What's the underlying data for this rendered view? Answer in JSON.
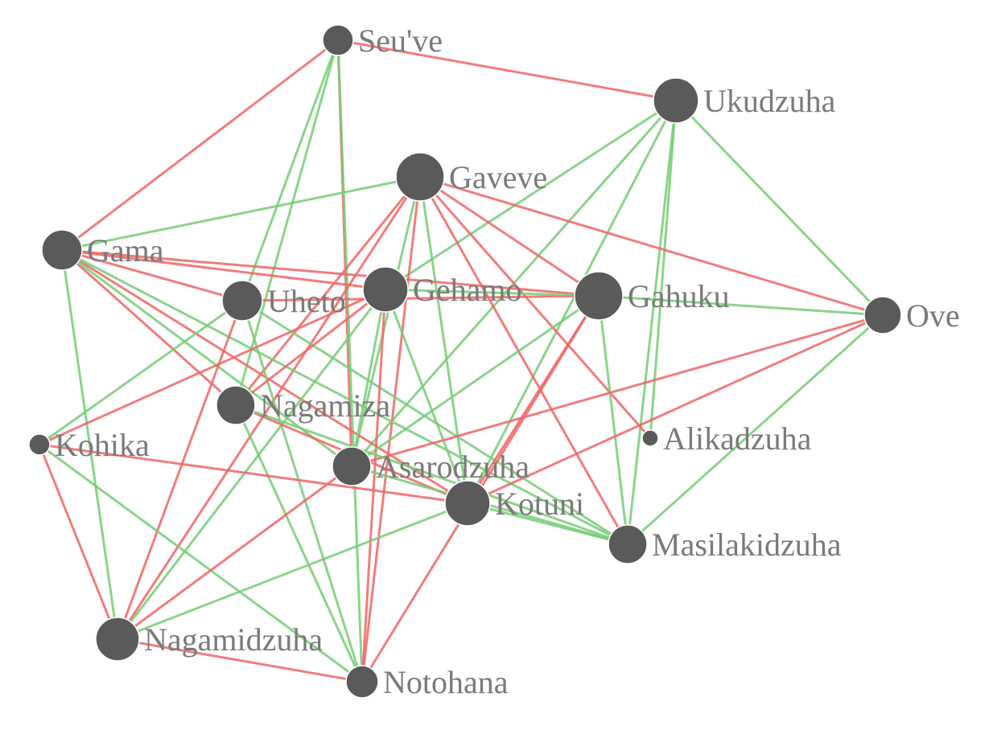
{
  "colors": {
    "positive": "#77cc77",
    "negative": "#ee6666",
    "node": "#5a5a5a",
    "label": "#7a7a7a",
    "background": "#ffffff"
  },
  "nodes": [
    {
      "id": "seuve",
      "label": "Seu've"
    },
    {
      "id": "ukudzuha",
      "label": "Ukudzuha"
    },
    {
      "id": "gaveve",
      "label": "Gaveve"
    },
    {
      "id": "gama",
      "label": "Gama"
    },
    {
      "id": "uheto",
      "label": "Uheto"
    },
    {
      "id": "gehamo",
      "label": "Gehamo"
    },
    {
      "id": "gahuku",
      "label": "Gahuku"
    },
    {
      "id": "ove",
      "label": "Ove"
    },
    {
      "id": "nagamiza",
      "label": "Nagamiza"
    },
    {
      "id": "kohika",
      "label": "Kohika"
    },
    {
      "id": "alikadzuha",
      "label": "Alikadzuha"
    },
    {
      "id": "asarodzuha",
      "label": "Asarodzuha"
    },
    {
      "id": "kotuni",
      "label": "Kotuni"
    },
    {
      "id": "masilakidzuha",
      "label": "Masilakidzuha"
    },
    {
      "id": "nagamidzuha",
      "label": "Nagamidzuha"
    },
    {
      "id": "notohana",
      "label": "Notohana"
    }
  ],
  "edges": [
    {
      "source": "seuve",
      "target": "ukudzuha",
      "sign": "negative"
    },
    {
      "source": "seuve",
      "target": "gama",
      "sign": "negative"
    },
    {
      "source": "seuve",
      "target": "asarodzuha",
      "sign": "negative"
    },
    {
      "source": "seuve",
      "target": "uheto",
      "sign": "positive"
    },
    {
      "source": "seuve",
      "target": "nagamiza",
      "sign": "positive"
    },
    {
      "source": "seuve",
      "target": "notohana",
      "sign": "positive"
    },
    {
      "source": "ukudzuha",
      "target": "gehamo",
      "sign": "positive"
    },
    {
      "source": "ukudzuha",
      "target": "asarodzuha",
      "sign": "positive"
    },
    {
      "source": "ukudzuha",
      "target": "ove",
      "sign": "positive"
    },
    {
      "source": "ukudzuha",
      "target": "alikadzuha",
      "sign": "positive"
    },
    {
      "source": "ukudzuha",
      "target": "masilakidzuha",
      "sign": "positive"
    },
    {
      "source": "ukudzuha",
      "target": "kotuni",
      "sign": "positive"
    },
    {
      "source": "gaveve",
      "target": "gama",
      "sign": "positive"
    },
    {
      "source": "gaveve",
      "target": "gahuku",
      "sign": "negative"
    },
    {
      "source": "gaveve",
      "target": "ove",
      "sign": "negative"
    },
    {
      "source": "gaveve",
      "target": "alikadzuha",
      "sign": "negative"
    },
    {
      "source": "gaveve",
      "target": "kotuni",
      "sign": "positive"
    },
    {
      "source": "gaveve",
      "target": "asarodzuha",
      "sign": "positive"
    },
    {
      "source": "gaveve",
      "target": "nagamiza",
      "sign": "negative"
    },
    {
      "source": "gaveve",
      "target": "nagamidzuha",
      "sign": "negative"
    },
    {
      "source": "gaveve",
      "target": "masilakidzuha",
      "sign": "negative"
    },
    {
      "source": "gaveve",
      "target": "notohana",
      "sign": "negative"
    },
    {
      "source": "gama",
      "target": "gehamo",
      "sign": "negative"
    },
    {
      "source": "gama",
      "target": "gahuku",
      "sign": "negative"
    },
    {
      "source": "gama",
      "target": "nagamiza",
      "sign": "negative"
    },
    {
      "source": "gama",
      "target": "kotuni",
      "sign": "negative"
    },
    {
      "source": "gama",
      "target": "masilakidzuha",
      "sign": "positive"
    },
    {
      "source": "gama",
      "target": "asarodzuha",
      "sign": "positive"
    },
    {
      "source": "gama",
      "target": "nagamidzuha",
      "sign": "positive"
    },
    {
      "source": "gama",
      "target": "uheto",
      "sign": "negative"
    },
    {
      "source": "uheto",
      "target": "gahuku",
      "sign": "negative"
    },
    {
      "source": "uheto",
      "target": "kohika",
      "sign": "positive"
    },
    {
      "source": "uheto",
      "target": "masilakidzuha",
      "sign": "positive"
    },
    {
      "source": "uheto",
      "target": "notohana",
      "sign": "positive"
    },
    {
      "source": "uheto",
      "target": "nagamidzuha",
      "sign": "negative"
    },
    {
      "source": "gehamo",
      "target": "gahuku",
      "sign": "positive"
    },
    {
      "source": "gehamo",
      "target": "kohika",
      "sign": "negative"
    },
    {
      "source": "gehamo",
      "target": "kotuni",
      "sign": "positive"
    },
    {
      "source": "gehamo",
      "target": "nagamidzuha",
      "sign": "positive"
    },
    {
      "source": "gehamo",
      "target": "asarodzuha",
      "sign": "positive"
    },
    {
      "source": "gehamo",
      "target": "notohana",
      "sign": "negative"
    },
    {
      "source": "gehamo",
      "target": "nagamiza",
      "sign": "negative"
    },
    {
      "source": "gahuku",
      "target": "ove",
      "sign": "positive"
    },
    {
      "source": "gahuku",
      "target": "masilakidzuha",
      "sign": "positive"
    },
    {
      "source": "gahuku",
      "target": "kotuni",
      "sign": "negative"
    },
    {
      "source": "gahuku",
      "target": "notohana",
      "sign": "negative"
    },
    {
      "source": "gahuku",
      "target": "asarodzuha",
      "sign": "positive"
    },
    {
      "source": "ove",
      "target": "masilakidzuha",
      "sign": "positive"
    },
    {
      "source": "ove",
      "target": "kotuni",
      "sign": "negative"
    },
    {
      "source": "ove",
      "target": "asarodzuha",
      "sign": "negative"
    },
    {
      "source": "nagamiza",
      "target": "kotuni",
      "sign": "negative"
    },
    {
      "source": "nagamiza",
      "target": "notohana",
      "sign": "positive"
    },
    {
      "source": "nagamiza",
      "target": "masilakidzuha",
      "sign": "positive"
    },
    {
      "source": "kohika",
      "target": "kotuni",
      "sign": "negative"
    },
    {
      "source": "kohika",
      "target": "nagamidzuha",
      "sign": "negative"
    },
    {
      "source": "kohika",
      "target": "notohana",
      "sign": "positive"
    },
    {
      "source": "asarodzuha",
      "target": "nagamidzuha",
      "sign": "negative"
    },
    {
      "source": "asarodzuha",
      "target": "masilakidzuha",
      "sign": "positive"
    },
    {
      "source": "kotuni",
      "target": "nagamidzuha",
      "sign": "positive"
    },
    {
      "source": "kotuni",
      "target": "masilakidzuha",
      "sign": "positive"
    },
    {
      "source": "nagamidzuha",
      "target": "notohana",
      "sign": "negative"
    }
  ]
}
